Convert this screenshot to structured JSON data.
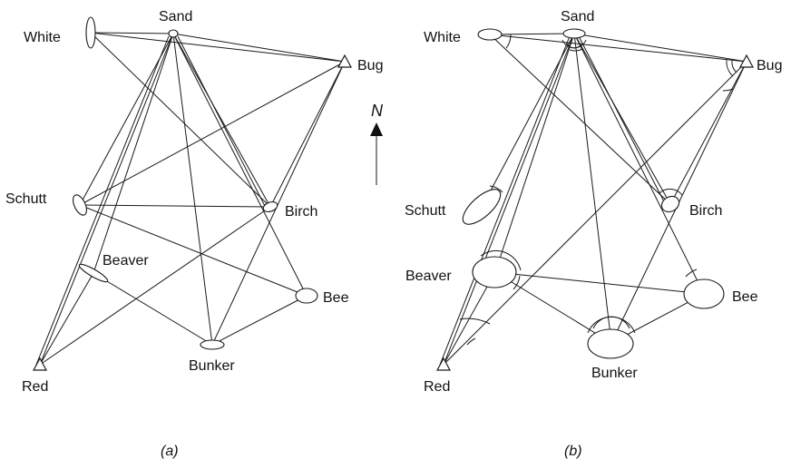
{
  "north_label": "N",
  "panels": [
    {
      "caption": "(a)",
      "stations": [
        {
          "id": "sand",
          "name": "Sand",
          "type": "point"
        },
        {
          "id": "white",
          "name": "White",
          "type": "point"
        },
        {
          "id": "bug",
          "name": "Bug",
          "type": "control"
        },
        {
          "id": "schutt",
          "name": "Schutt",
          "type": "point"
        },
        {
          "id": "birch",
          "name": "Birch",
          "type": "point"
        },
        {
          "id": "beaver",
          "name": "Beaver",
          "type": "point"
        },
        {
          "id": "bee",
          "name": "Bee",
          "type": "point"
        },
        {
          "id": "bunker",
          "name": "Bunker",
          "type": "point"
        },
        {
          "id": "red",
          "name": "Red",
          "type": "control"
        }
      ]
    },
    {
      "caption": "(b)",
      "stations": [
        {
          "id": "sand",
          "name": "Sand",
          "type": "point"
        },
        {
          "id": "white",
          "name": "White",
          "type": "point"
        },
        {
          "id": "bug",
          "name": "Bug",
          "type": "control"
        },
        {
          "id": "schutt",
          "name": "Schutt",
          "type": "point"
        },
        {
          "id": "birch",
          "name": "Birch",
          "type": "point"
        },
        {
          "id": "beaver",
          "name": "Beaver",
          "type": "point"
        },
        {
          "id": "bee",
          "name": "Bee",
          "type": "point"
        },
        {
          "id": "bunker",
          "name": "Bunker",
          "type": "point"
        },
        {
          "id": "red",
          "name": "Red",
          "type": "control"
        }
      ]
    }
  ]
}
